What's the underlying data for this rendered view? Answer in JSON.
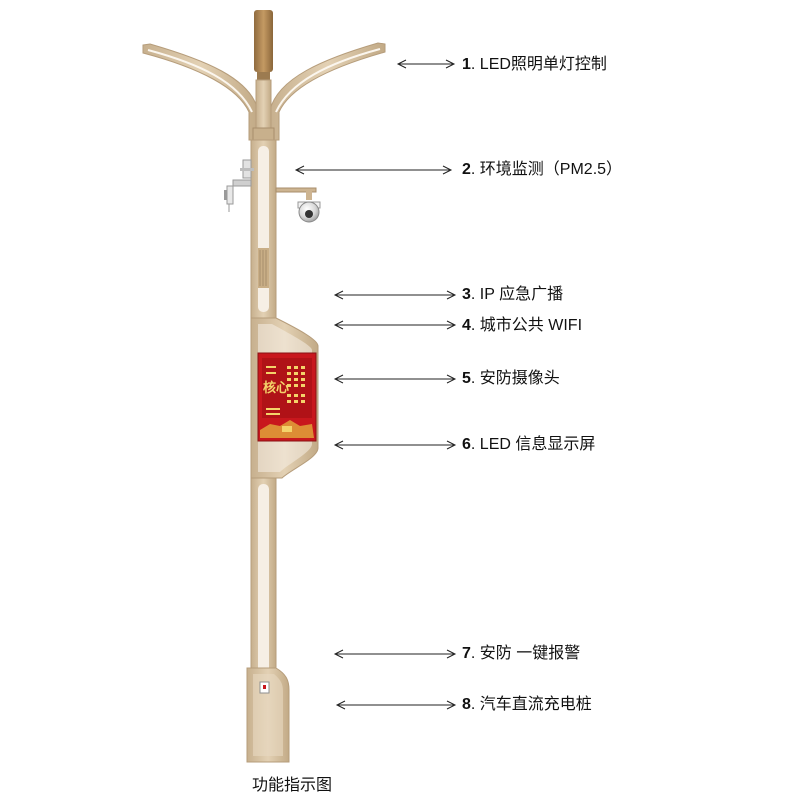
{
  "features": [
    {
      "number": "1",
      "text": ". LED照明单灯控制"
    },
    {
      "number": "2",
      "text": ". 环境监测（PM2.5）"
    },
    {
      "number": "3",
      "text": ". IP 应急广播"
    },
    {
      "number": "4",
      "text": ". 城市公共 WIFI"
    },
    {
      "number": "5",
      "text": ". 安防摄像头"
    },
    {
      "number": "6",
      "text": ". LED 信息显示屏"
    },
    {
      "number": "7",
      "text": ". 安防 一键报警"
    },
    {
      "number": "8",
      "text": ". 汽车直流充电桩"
    }
  ],
  "caption": "功能指示图",
  "screen": {
    "big_char": "核心"
  },
  "colors": {
    "pole": "#d9c4a4",
    "pole_edge": "#bba282",
    "inner_channel": "#f6efe5",
    "screen_red": "#c8171d",
    "screen_gold": "#f4d36a",
    "top_cap": "#b39266",
    "arrow": "#222222"
  }
}
